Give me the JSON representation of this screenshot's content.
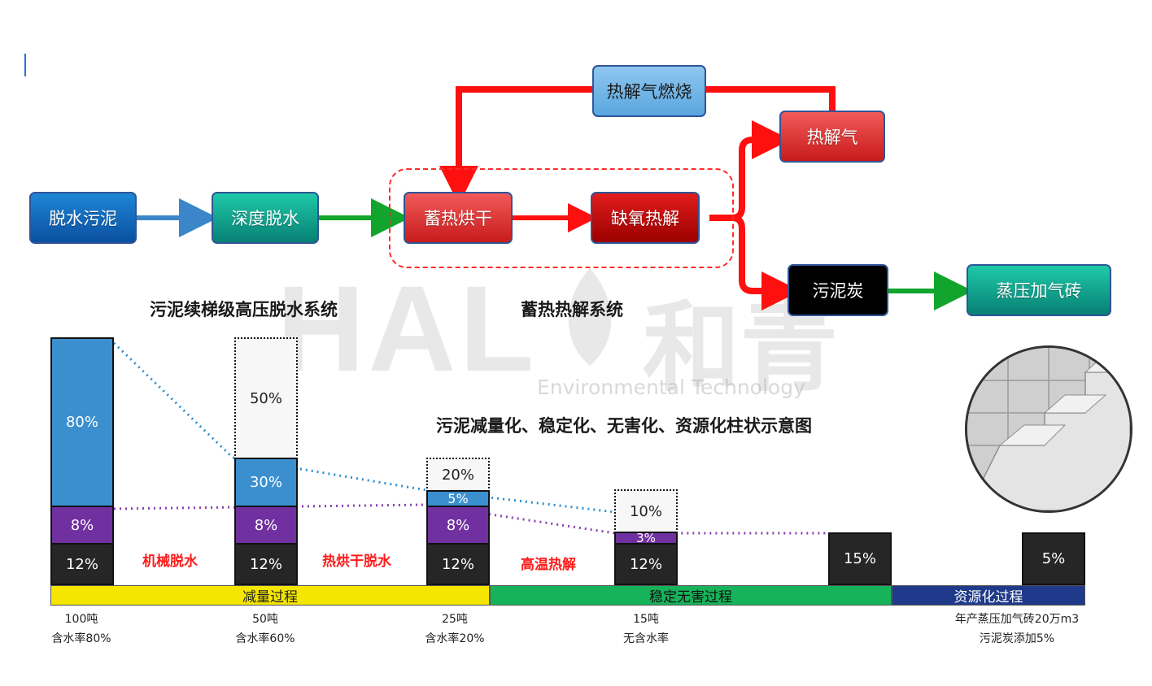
{
  "flow": {
    "dewatered_sludge": "脱水污泥",
    "deep_dewatering": "深度脱水",
    "heat_storage_drying": "蓄热烘干",
    "anoxic_pyrolysis": "缺氧热解",
    "pyrolysis_gas_combustion": "热解气燃烧",
    "pyrolysis_gas": "热解气",
    "sludge_char": "污泥炭",
    "autoclaved_brick": "蒸压加气砖"
  },
  "titles": {
    "left_system": "污泥续梯级高压脱水系统",
    "right_system": "蓄热热解系统",
    "chart_title": "污泥减量化、稳定化、无害化、资源化柱状示意图"
  },
  "watermark": {
    "brand": "HAL",
    "chinese": "和青",
    "sub": "Environmental Technology"
  },
  "bars": {
    "b1": {
      "blue": "80%",
      "purple": "8%",
      "black": "12%"
    },
    "b2": {
      "dotted": "50%",
      "blue": "30%",
      "purple": "8%",
      "black": "12%"
    },
    "b3": {
      "dotted": "20%",
      "blue": "5%",
      "purple": "8%",
      "black": "12%"
    },
    "b4": {
      "dotted": "10%",
      "purple": "3%",
      "black": "12%"
    },
    "b5": {
      "black": "15%"
    },
    "b6": {
      "black": "5%"
    }
  },
  "process_labels": {
    "mechanical": "机械脱水",
    "thermal": "热烘干脱水",
    "pyrolysis": "高温热解"
  },
  "bands": {
    "reduction": "减量过程",
    "stabilization": "稳定无害过程",
    "resource": "资源化过程"
  },
  "captions": {
    "c1": {
      "line1": "100吨",
      "line2": "含水率80%"
    },
    "c2": {
      "line1": "50吨",
      "line2": "含水率60%"
    },
    "c3": {
      "line1": "25吨",
      "line2": "含水率20%"
    },
    "c4": {
      "line1": "15吨",
      "line2": "无含水率"
    },
    "c6": {
      "line1": "年产蒸压加气砖20万m3",
      "line2": "污泥炭添加5%"
    }
  },
  "colors": {
    "arrow_blue": "#3a86c8",
    "arrow_green": "#12a52d",
    "arrow_red": "#ff1010",
    "dotted_blue": "#2a8fd0",
    "dotted_purple": "#8a3fb5"
  }
}
